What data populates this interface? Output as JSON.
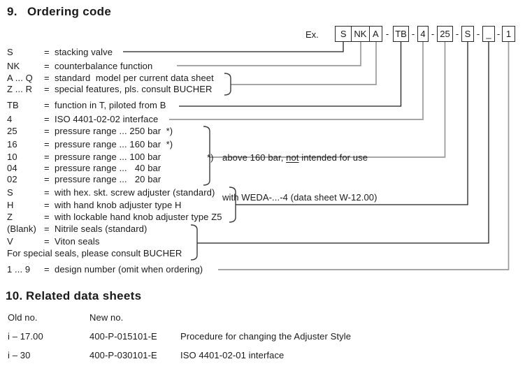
{
  "page": {
    "section9_number": "9.",
    "section9_title": "Ordering code",
    "section10_number": "10.",
    "section10_title": "Related data sheets"
  },
  "example": {
    "label": "Ex.",
    "grouped_cells": [
      "S",
      "NK",
      "A"
    ],
    "separator": "-",
    "boxes": [
      "TB",
      "4",
      "25",
      "S",
      "_",
      "1"
    ]
  },
  "ordering": {
    "equals": "=",
    "rows": [
      {
        "code": "S",
        "desc": "stacking valve"
      },
      {
        "code": "NK",
        "desc": "counterbalance function"
      },
      {
        "code": "A ... Q",
        "desc": "standard  model per current data sheet"
      },
      {
        "code": "Z ... R",
        "desc": "special features, pls. consult BUCHER"
      },
      {
        "code": "TB",
        "desc": "function in T, piloted from B"
      },
      {
        "code": "4",
        "desc": "ISO 4401-02-02 interface"
      },
      {
        "code": "25",
        "desc": "pressure range ... 250 bar  *)"
      },
      {
        "code": "16",
        "desc": "pressure range ... 160 bar  *)"
      },
      {
        "code": "10",
        "desc": "pressure range ... 100 bar"
      },
      {
        "code": "04",
        "desc": "pressure range ...   40 bar"
      },
      {
        "code": "02",
        "desc": "pressure range ...   20 bar"
      },
      {
        "code": "S",
        "desc": "with hex. skt. screw adjuster (standard)"
      },
      {
        "code": "H",
        "desc": "with hand knob adjuster type H"
      },
      {
        "code": "Z",
        "desc": "with lockable hand knob adjuster type Z5"
      },
      {
        "code": "(Blank)",
        "desc": "Nitrile seals (standard)"
      },
      {
        "code": "V",
        "desc": "Viton seals"
      },
      {
        "code": "",
        "desc": "For special seals, please consult BUCHER"
      },
      {
        "code": "1 ... 9",
        "desc": "design number (omit when ordering)"
      }
    ]
  },
  "note": {
    "star": "*)",
    "line1_pre": "above 160 bar, ",
    "line1_underlined": "not",
    "line1_post": " intended for use",
    "line2": "with WEDA-...-4 (data sheet W-12.00)"
  },
  "related": {
    "columns": [
      "Old no.",
      "New no."
    ],
    "rows": [
      {
        "old": "i – 17.00",
        "new": "400-P-015101-E",
        "desc": "Procedure for changing the Adjuster Style"
      },
      {
        "old": "i – 30",
        "new": "400-P-030101-E",
        "desc": "ISO 4401-02-01 interface"
      }
    ]
  },
  "colors": {
    "line_dark": "#1f1f1f",
    "line_gray": "#9a9a9a",
    "brace": "#3a3a3a",
    "box_border": "#2a2a2a"
  }
}
